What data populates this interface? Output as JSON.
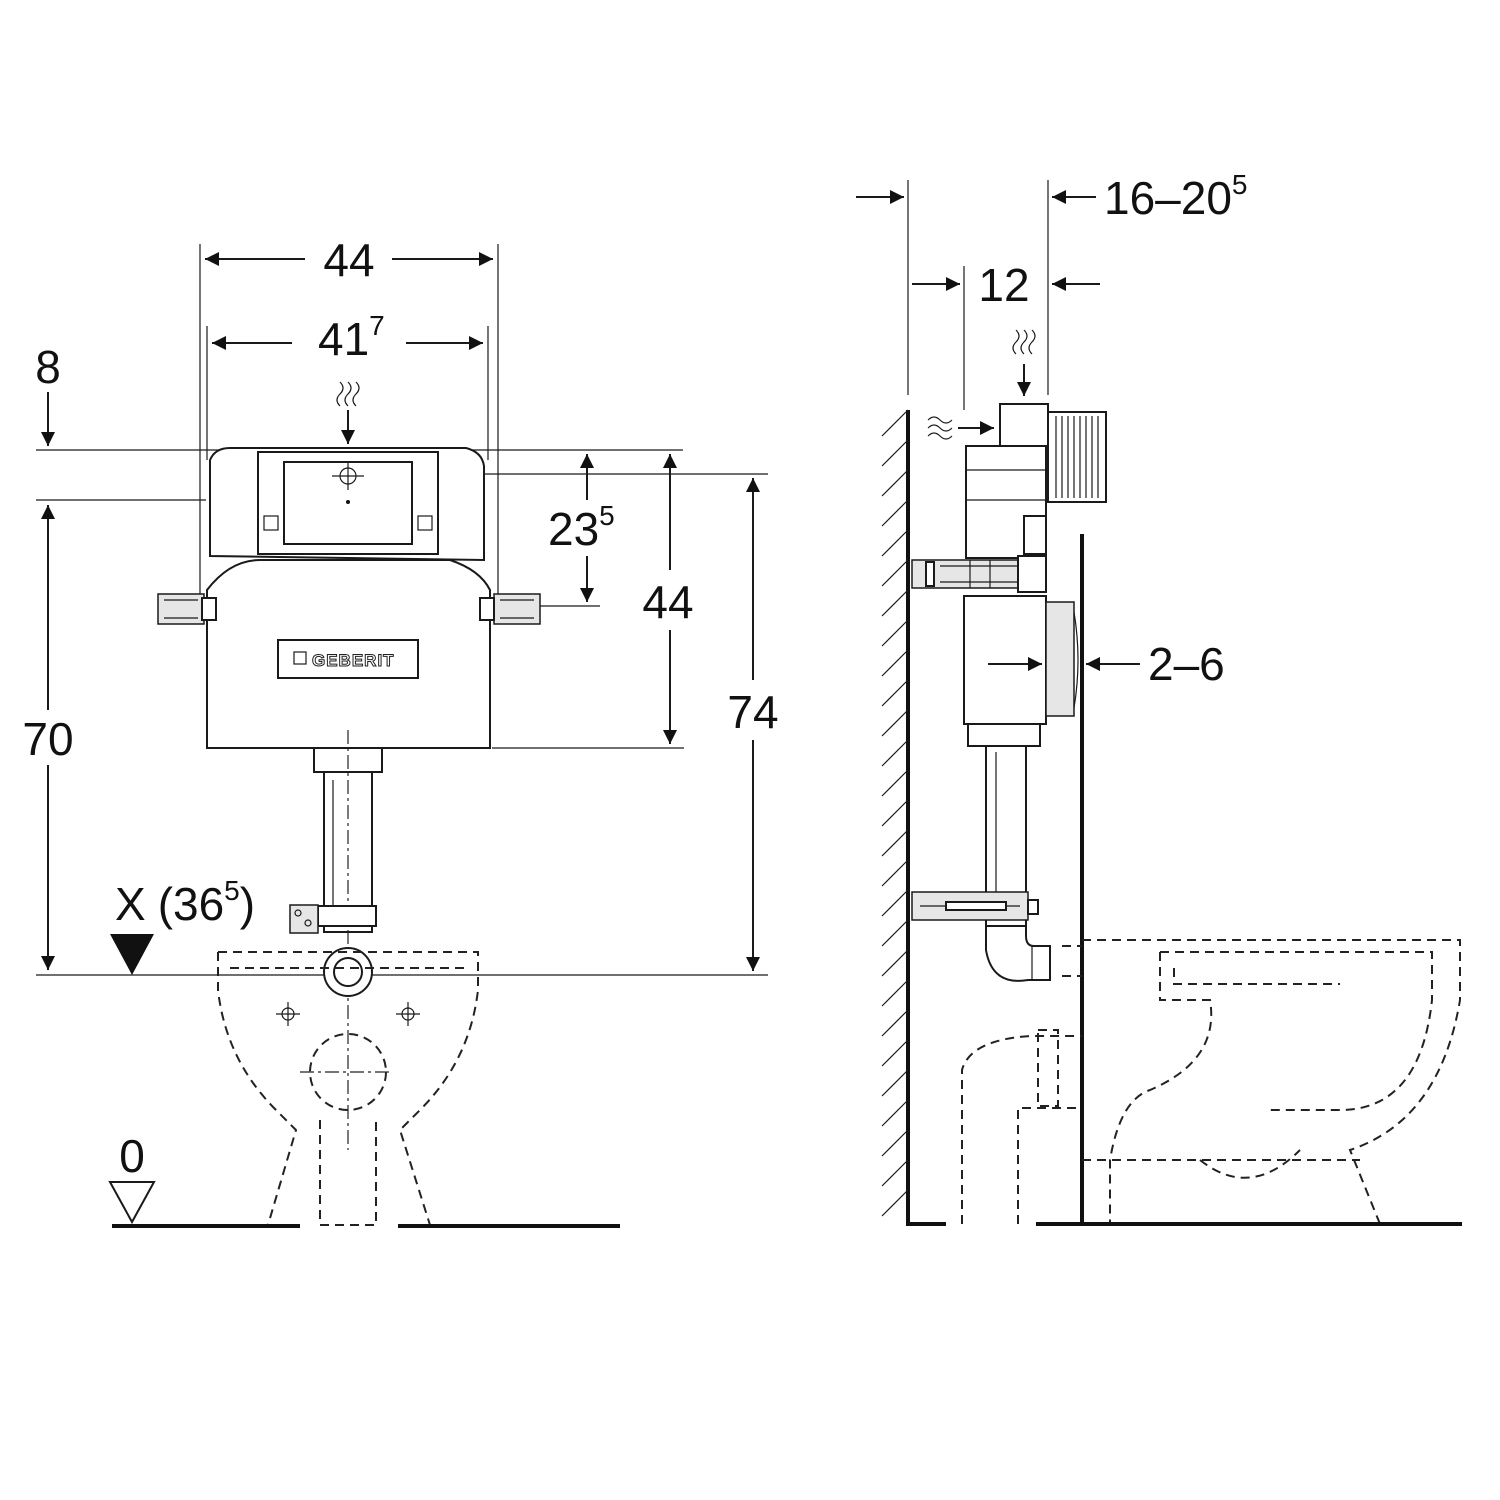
{
  "front_view": {
    "width_outer": "44",
    "width_inner_main": "41",
    "width_inner_sup": "7",
    "top_offset": "8",
    "inlet_drop_main": "23",
    "inlet_drop_sup": "5",
    "cistern_height": "44",
    "overall_height": "74",
    "support_height": "70",
    "x_label": "X",
    "x_paren_open": "(36",
    "x_sup": "5",
    "x_paren_close": ")",
    "floor_level": "0",
    "brand": "GEBERIT"
  },
  "side_view": {
    "depth_range_main": "16–20",
    "depth_range_sup": "5",
    "depth": "12",
    "wall_gap": "2–6"
  },
  "icons": {
    "water_supply": "water-inlet-icon",
    "level_marker": "level-triangle-icon",
    "centre_cross": "crosshair-icon"
  }
}
